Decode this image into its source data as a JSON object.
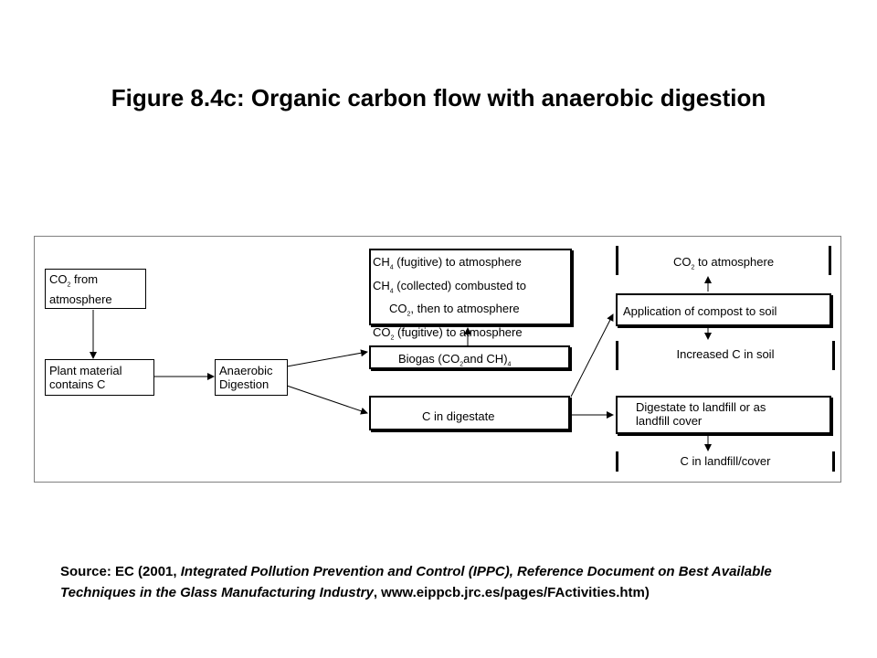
{
  "title": "Figure 8.4c: Organic carbon flow with anaerobic digestion",
  "nodes": {
    "co2_from_atmosphere": {
      "line1_pre": "CO",
      "line1_sub": "2",
      "line1_post": " from",
      "line2": "atmosphere"
    },
    "plant_material": {
      "line1": "Plant material",
      "line2": "contains C"
    },
    "anaerobic_digestion": {
      "line1": "Anaerobic",
      "line2": "Digestion"
    },
    "ch4_co2_outputs": {
      "l1_pre": "CH",
      "l1_sub": "4",
      "l1_post": " (fugitive) to atmosphere",
      "l2_pre": "CH",
      "l2_sub": "4",
      "l2_post": " (collected) combusted to",
      "l3_pre": "CO",
      "l3_sub": "2",
      "l3_post": ", then to atmosphere",
      "l4_pre": "CO",
      "l4_sub": "2",
      "l4_post": " (fugitive) to atmosphere"
    },
    "biogas": {
      "pre": "Biogas (CO",
      "sub1": "2",
      "mid": "and CH",
      "post": ")",
      "sub2": "4"
    },
    "c_in_digestate": {
      "label": "C in digestate"
    },
    "co2_to_atmosphere": {
      "pre": "CO",
      "sub": "2",
      "post": " to atmosphere"
    },
    "compost_to_soil": {
      "label": "Application of compost to soil"
    },
    "increased_c_soil": {
      "label": "Increased C in soil"
    },
    "digestate_landfill": {
      "line1": "Digestate to landfill or as",
      "line2": "landfill cover"
    },
    "c_in_landfill": {
      "label": "C in landfill/cover"
    }
  },
  "source": {
    "prefix": "Source: EC (2001, ",
    "italic": "Integrated Pollution Prevention and Control (IPPC), Reference Document on Best Available Techniques in the Glass Manufacturing Industry",
    "suffix": ", www.eippcb.jrc.es/pages/FActivities.htm)"
  }
}
